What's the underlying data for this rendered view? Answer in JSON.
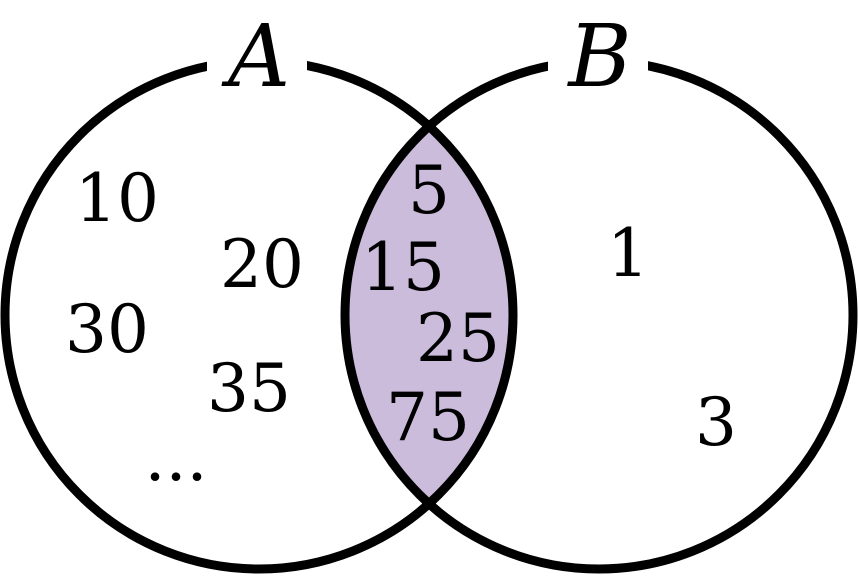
{
  "venn": {
    "sets": [
      {
        "label": "A"
      },
      {
        "label": "B"
      }
    ],
    "only_a": {
      "values": [
        "10",
        "20",
        "30",
        "35",
        "..."
      ]
    },
    "intersection": {
      "values": [
        "5",
        "15",
        "25",
        "75"
      ],
      "fill_color": "#cbbcdc"
    },
    "only_b": {
      "values": [
        "1",
        "3"
      ]
    },
    "stroke_color": "#000000",
    "background_color": "#ffffff"
  }
}
